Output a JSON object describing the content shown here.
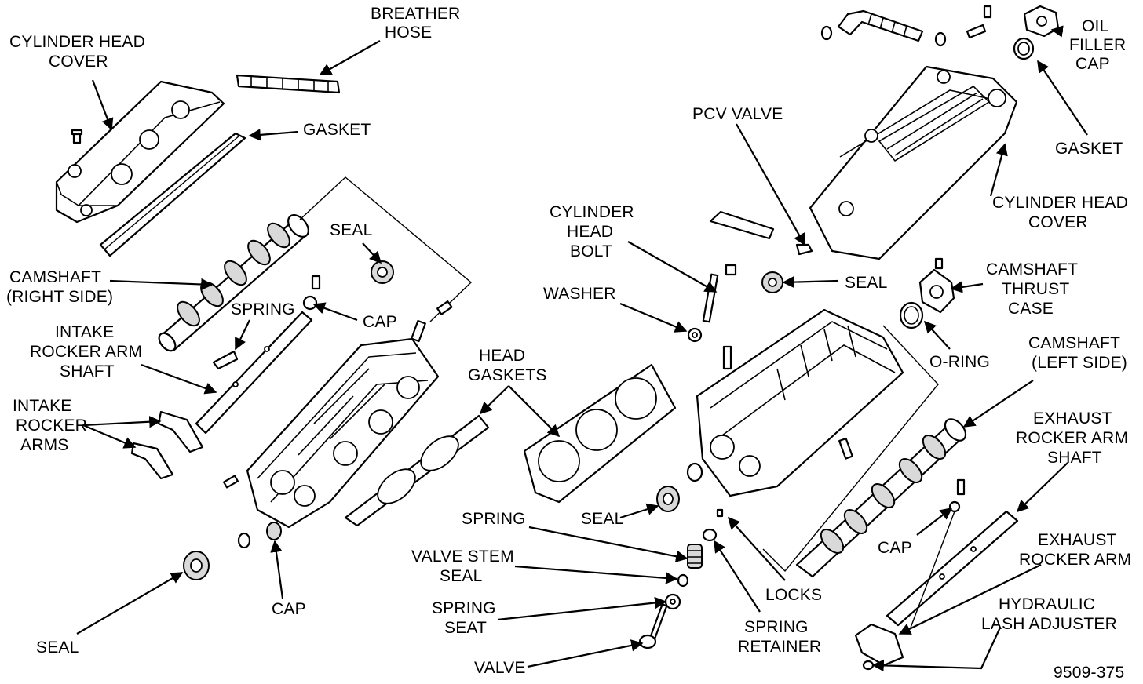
{
  "figure_id": "9509-375",
  "labels": {
    "cylinder_head_cover_left": [
      "CYLINDER HEAD",
      "COVER"
    ],
    "breather_hose": [
      "BREATHER",
      "HOSE"
    ],
    "gasket_left": "GASKET",
    "seal_upper_left": "SEAL",
    "camshaft_right_side": [
      "CAMSHAFT",
      "(RIGHT SIDE)"
    ],
    "spring_upper": "SPRING",
    "cap_upper": "CAP",
    "intake_rocker_arm_shaft": [
      "INTAKE",
      "ROCKER ARM",
      "SHAFT"
    ],
    "intake_rocker_arms": [
      "INTAKE",
      "ROCKER",
      "ARMS"
    ],
    "head_gaskets": [
      "HEAD",
      "GASKETS"
    ],
    "cap_lower_left": "CAP",
    "seal_lower_left": "SEAL",
    "cylinder_head_bolt": [
      "CYLINDER",
      "HEAD",
      "BOLT"
    ],
    "washer": "WASHER",
    "pcv_valve": "PCV VALVE",
    "seal_center": "SEAL",
    "oil_filler_cap": [
      "OIL",
      "FILLER",
      "CAP"
    ],
    "gasket_right": "GASKET",
    "cylinder_head_cover_right": [
      "CYLINDER HEAD",
      "COVER"
    ],
    "camshaft_thrust_case": [
      "CAMSHAFT",
      "THRUST",
      "CASE"
    ],
    "o_ring": "O-RING",
    "camshaft_left_side": [
      "CAMSHAFT",
      "(LEFT SIDE)"
    ],
    "exhaust_rocker_arm_shaft": [
      "EXHAUST",
      "ROCKER ARM",
      "SHAFT"
    ],
    "exhaust_rocker_arm": [
      "EXHAUST",
      "ROCKER ARM"
    ],
    "hydraulic_lash_adjuster": [
      "HYDRAULIC",
      "LASH ADJUSTER"
    ],
    "cap_lower_right": "CAP",
    "spring_lower": "SPRING",
    "seal_lower_center": "SEAL",
    "valve_stem_seal": [
      "VALVE STEM",
      "SEAL"
    ],
    "spring_seat": [
      "SPRING",
      "SEAT"
    ],
    "valve": "VALVE",
    "spring_retainer": [
      "SPRING",
      "RETAINER"
    ],
    "locks": "LOCKS"
  }
}
